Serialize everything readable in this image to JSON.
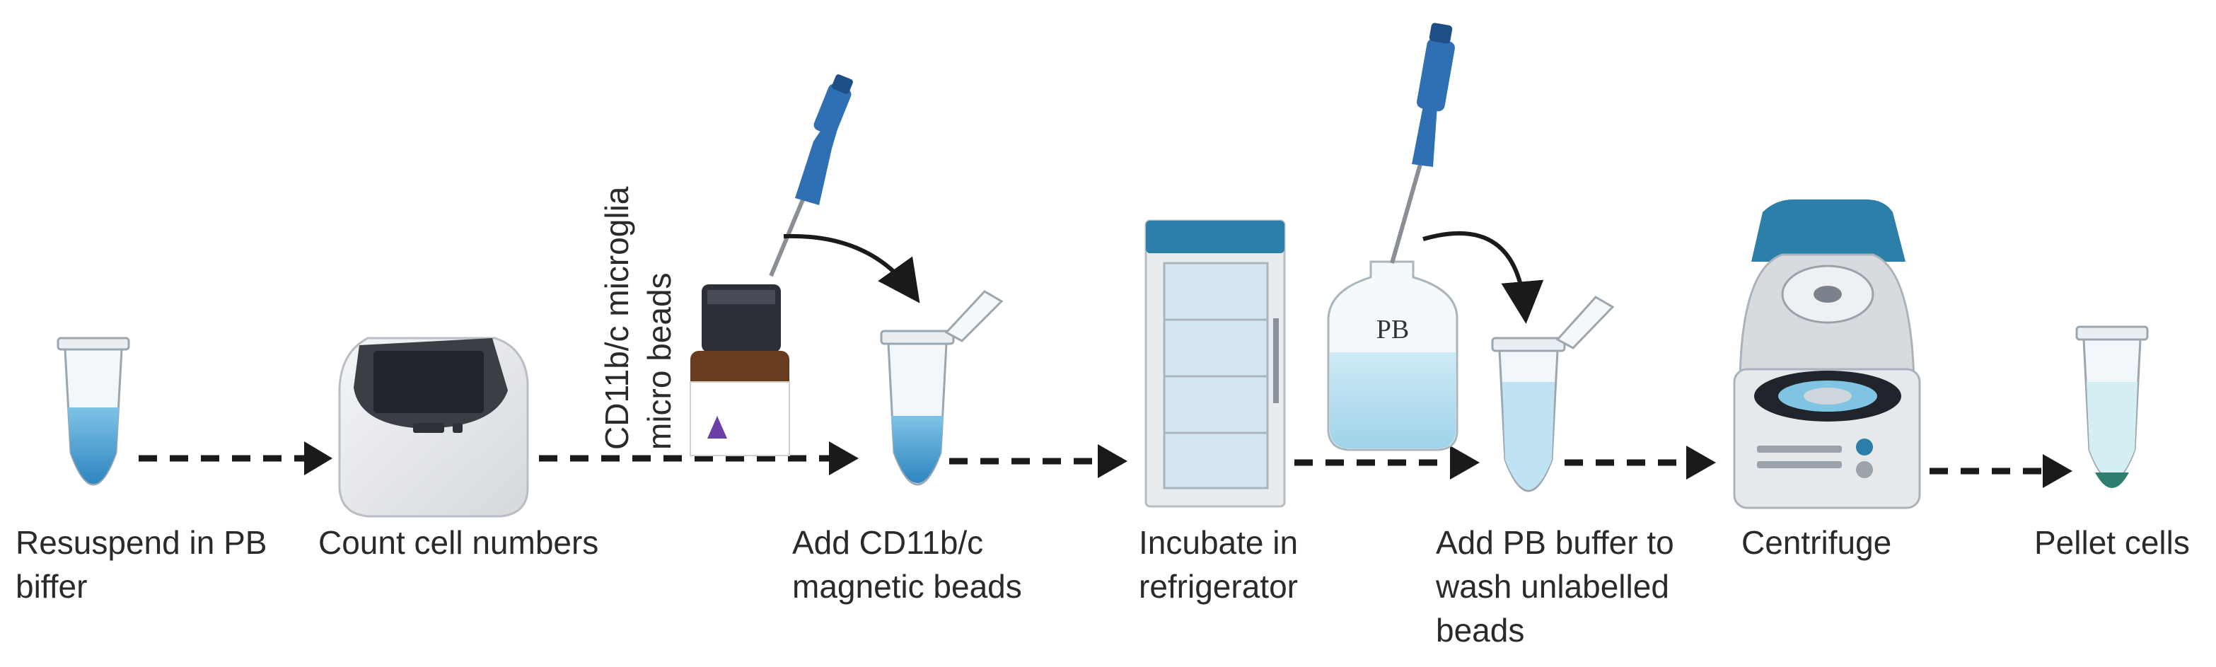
{
  "steps": [
    {
      "id": "resuspend",
      "label_lines": [
        "Resuspend in PB",
        "biffer"
      ]
    },
    {
      "id": "count",
      "label_lines": [
        "Count cell numbers"
      ]
    },
    {
      "id": "add_beads",
      "label_lines": [
        "Add CD11b/c",
        "magnetic beads"
      ]
    },
    {
      "id": "incubate",
      "label_lines": [
        "Incubate in",
        "refrigerator"
      ]
    },
    {
      "id": "add_pb",
      "label_lines": [
        "Add PB buffer to",
        "wash unlabelled",
        "beads"
      ]
    },
    {
      "id": "centrifuge",
      "label_lines": [
        "Centrifuge"
      ]
    },
    {
      "id": "pellet",
      "label_lines": [
        "Pellet cells"
      ]
    }
  ],
  "reagent_label_lines": [
    "CD11b/c microglia",
    "micro beads"
  ],
  "bottle_label": "PB",
  "icons": [
    "tube-icon",
    "cell-counter-icon",
    "pipette-icon",
    "bead-vial-icon",
    "refrigerator-icon",
    "buffer-bottle-icon",
    "centrifuge-icon"
  ],
  "colors": {
    "liquid": "#3a93c9",
    "liquid_light": "#bfe3f2",
    "pipette": "#2f6fb3",
    "arrow": "#1a1a1a",
    "cabinet_top": "#2b7fa8",
    "pellet": "#2e7d6e"
  }
}
